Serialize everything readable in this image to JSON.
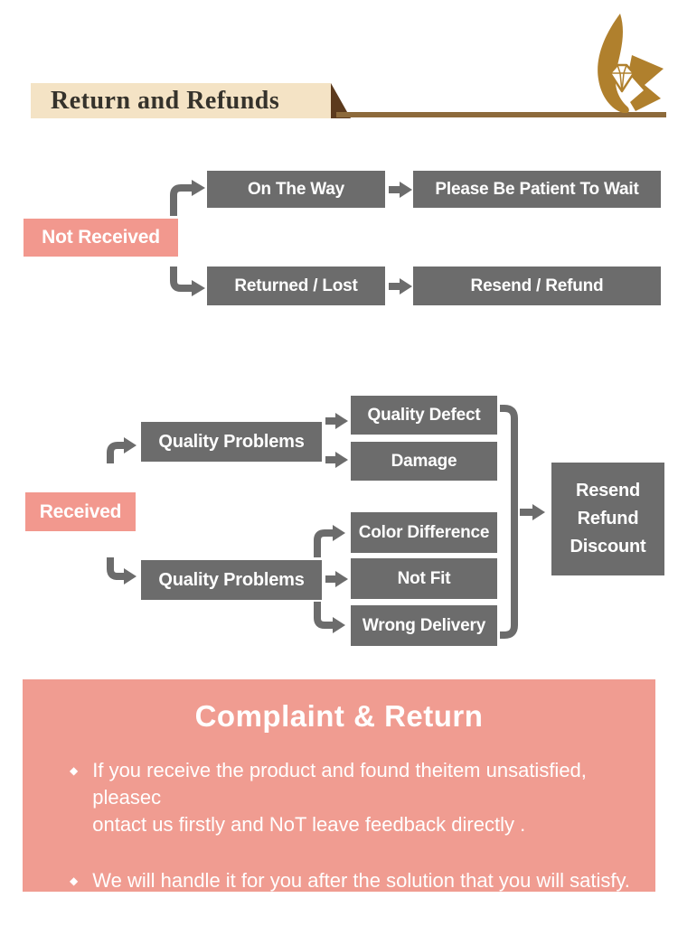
{
  "header": {
    "title": "Return and Refunds",
    "logo_icon": "flame-diamond-brand-logo"
  },
  "colors": {
    "banner_beige": "#F4E3C5",
    "rule_brown": "#8D6A3B",
    "fold_brown": "#5C3A1D",
    "brand_gold": "#B0802D",
    "box_gray": "#6C6C6C",
    "label_pink": "#F2988E",
    "panel_pink": "#F09C91"
  },
  "flow_not_received": {
    "root": "Not Received",
    "rows": [
      {
        "cause": "On The Way",
        "result": "Please Be Patient To Wait"
      },
      {
        "cause": "Returned / Lost",
        "result": "Resend / Refund"
      }
    ]
  },
  "flow_received": {
    "root": "Received",
    "groups": [
      {
        "label": "Quality Problems",
        "children": [
          "Quality Defect",
          "Damage"
        ]
      },
      {
        "label": "Quality Problems",
        "children": [
          "Color Difference",
          "Not Fit",
          "Wrong Delivery"
        ]
      }
    ],
    "outcome": [
      "Resend",
      "Refund",
      "Discount"
    ]
  },
  "complaint": {
    "title": "Complaint & Return",
    "bullet_glyph": "◆",
    "items": [
      {
        "lines": [
          "If you receive the product and found theitem unsatisfied, pleasec",
          "ontact us firstly and NoT leave feedback directly ."
        ]
      },
      {
        "lines": [
          "We will handle it for you after the solution that you will satisfy."
        ]
      }
    ]
  }
}
